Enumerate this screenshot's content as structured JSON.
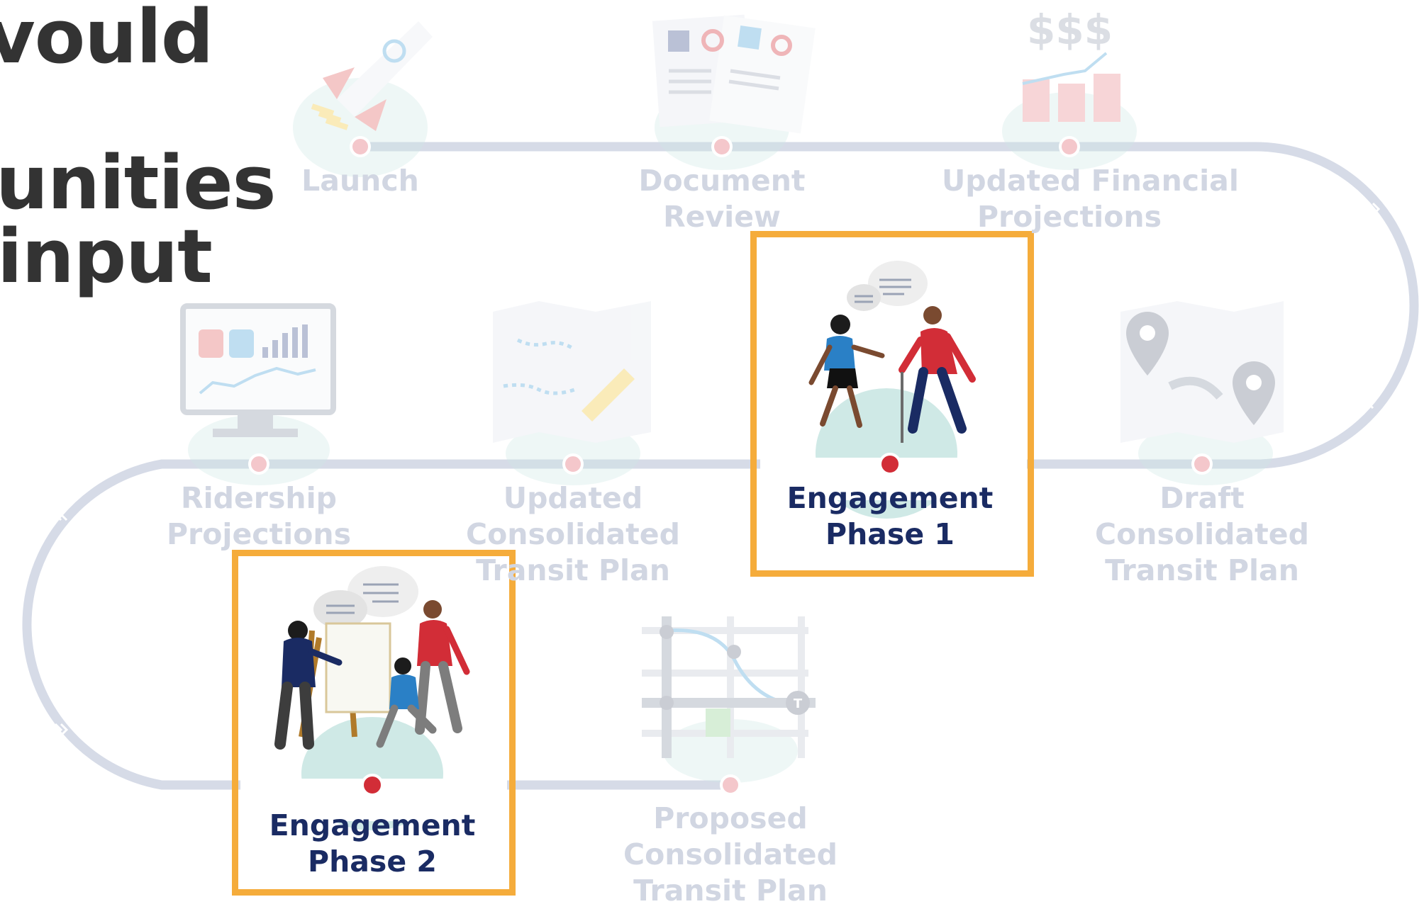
{
  "heading": {
    "line1": "vould",
    "line2": "unities",
    "line3": "input"
  },
  "colors": {
    "path": "#d6dbe7",
    "highlight": "#f5ac3b",
    "active_bar": "#1a2b63",
    "active_dot": "#d22d37",
    "inactive_dot": "#f4c7cb",
    "inactive_text": "#d1d6e2",
    "active_text": "#1a2b63"
  },
  "stages": [
    {
      "id": "launch",
      "lines": [
        "Launch"
      ],
      "active": false,
      "icon": "rocket-icon"
    },
    {
      "id": "document-review",
      "lines": [
        "Document",
        "Review"
      ],
      "active": false,
      "icon": "documents-icon"
    },
    {
      "id": "updated-financial-projections",
      "lines": [
        "Updated Financial",
        "Projections"
      ],
      "active": false,
      "icon": "financial-chart-icon"
    },
    {
      "id": "draft-consolidated-transit-plan",
      "lines": [
        "Draft",
        "Consolidated",
        "Transit Plan"
      ],
      "active": false,
      "icon": "map-pins-icon"
    },
    {
      "id": "engagement-phase-1",
      "lines": [
        "Engagement",
        "Phase 1"
      ],
      "active": true,
      "icon": "conversation-people-icon"
    },
    {
      "id": "updated-consolidated-transit-plan",
      "lines": [
        "Updated",
        "Consolidated",
        "Transit Plan"
      ],
      "active": false,
      "icon": "map-pencil-icon"
    },
    {
      "id": "ridership-projections",
      "lines": [
        "Ridership",
        "Projections"
      ],
      "active": false,
      "icon": "monitor-chart-icon"
    },
    {
      "id": "engagement-phase-2",
      "lines": [
        "Engagement",
        "Phase 2"
      ],
      "active": true,
      "icon": "easel-meeting-icon"
    },
    {
      "id": "proposed-consolidated-transit-plan",
      "lines": [
        "Proposed",
        "Consolidated",
        "Transit Plan"
      ],
      "active": false,
      "icon": "transit-route-icon"
    }
  ]
}
